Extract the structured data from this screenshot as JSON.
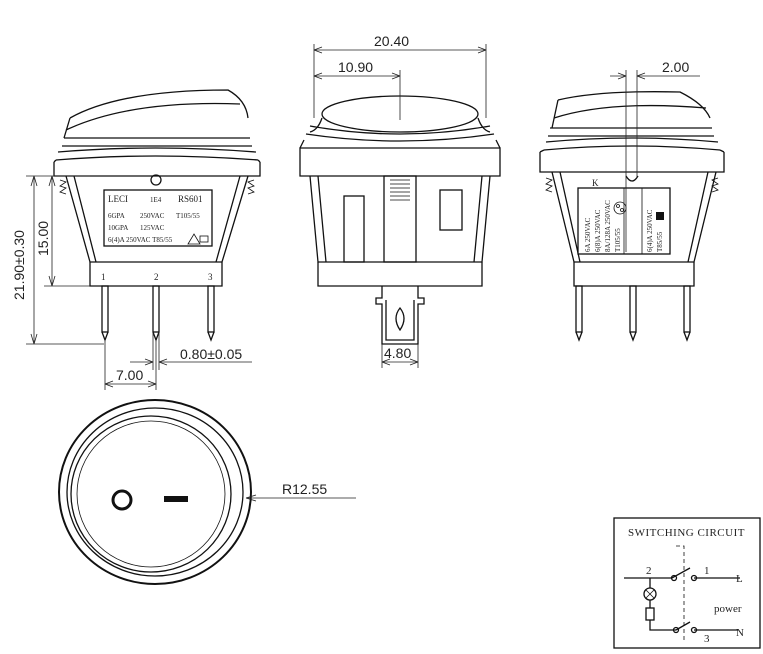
{
  "dimensions": {
    "total_width": "20.40",
    "half_width": "10.90",
    "side_offset": "2.00",
    "height_total": "21.90±0.30",
    "height_body": "15.00",
    "pin_width": "0.80±0.05",
    "pin_pitch": "7.00",
    "tab_width": "4.80",
    "radius": "R12.55"
  },
  "front_label": {
    "brand": "LECI",
    "code": "1E4",
    "model": "RS601",
    "line1_left": "6GPA",
    "line1_mid": "250VAC",
    "line1_right": "T105/55",
    "line2_left": "10GPA",
    "line2_mid": "125VAC",
    "line3": "6(4)A  250VAC  T85/55"
  },
  "pin_numbers": [
    "1",
    "2",
    "3"
  ],
  "side_label": {
    "letter": "K",
    "col1": "6A   250VAC",
    "col2": "6(8)A  250VAC",
    "col3": "8A/128A 250VAC",
    "col4": "T105/55",
    "col5": "6(4)A  250VAC",
    "col6": "T85/55"
  },
  "top_symbols": {
    "off": "O",
    "on": "—"
  },
  "circuit": {
    "title": "SWITCHING CIRCUIT",
    "pin1": "1",
    "pin2": "2",
    "pin3": "3",
    "line_l": "L",
    "line_n": "N",
    "power": "power"
  }
}
